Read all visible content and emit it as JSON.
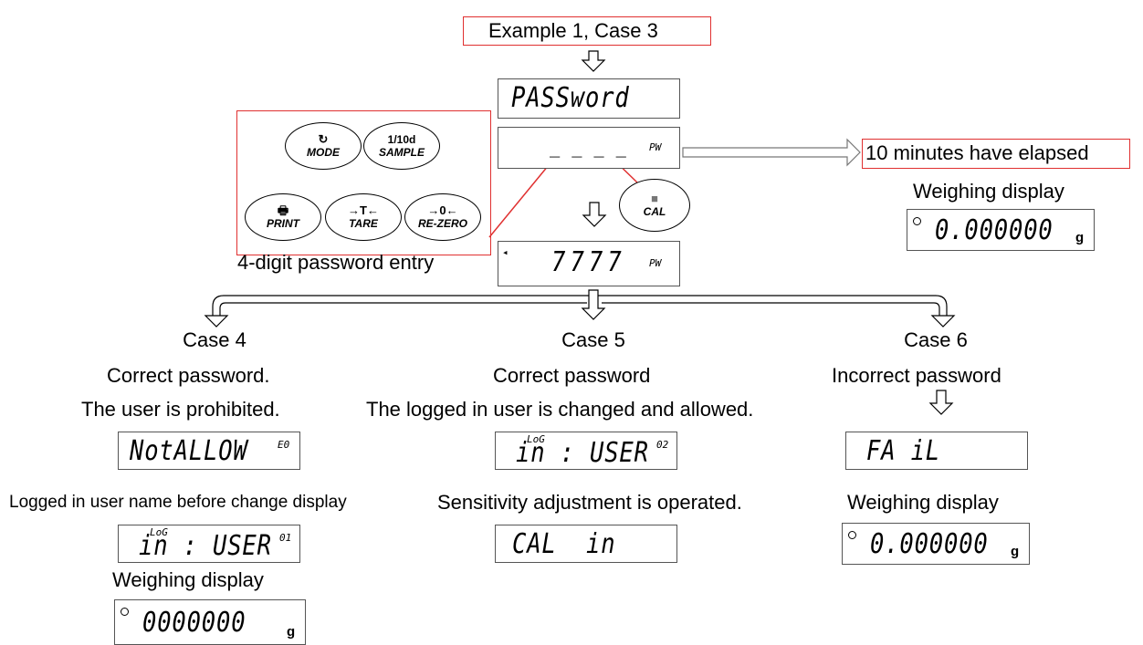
{
  "header": {
    "title": "Example 1, Case 3"
  },
  "displays": {
    "password_prompt": "PASSword",
    "pw_tag": "PW",
    "entry_digits": "7777",
    "entry_dashes": "_ _ _ _",
    "weighing_value": "0.000000",
    "weighing_value_bottom": "0000000",
    "unit_g": "g",
    "not_allow": "NotALLOW",
    "not_allow_sup": "E0",
    "log_label": "LoG",
    "in_user": "in : USER",
    "user_02": "02",
    "user_01": "01",
    "fail": "FA iL",
    "cal_in": "CAL  in"
  },
  "keys": {
    "mode_icon": "↻",
    "mode": "MODE",
    "sample_top": "1/10d",
    "sample": "SAMPLE",
    "print_icon": "🖶",
    "print": "PRINT",
    "tare_icon": "→T←",
    "tare": "TARE",
    "rezero_icon": "→0←",
    "rezero": "RE-ZERO",
    "cal_icon": "■",
    "cal": "CAL"
  },
  "labels": {
    "elapsed": "10 minutes have elapsed",
    "weighing_display": "Weighing display",
    "password_entry": "4-digit password entry",
    "case4": "Case 4",
    "case5": "Case 5",
    "case6": "Case 6",
    "case4_line1": "Correct password.",
    "case4_line2": "The user is prohibited.",
    "case5_line1": "Correct password",
    "case5_line2": "The logged in user is changed and allowed.",
    "case6_line1": "Incorrect password",
    "logged_before": "Logged in user name before change display",
    "sensitivity": "Sensitivity adjustment is operated."
  },
  "colors": {
    "accent_red": "#e03030",
    "arrow_gray": "#777777"
  }
}
